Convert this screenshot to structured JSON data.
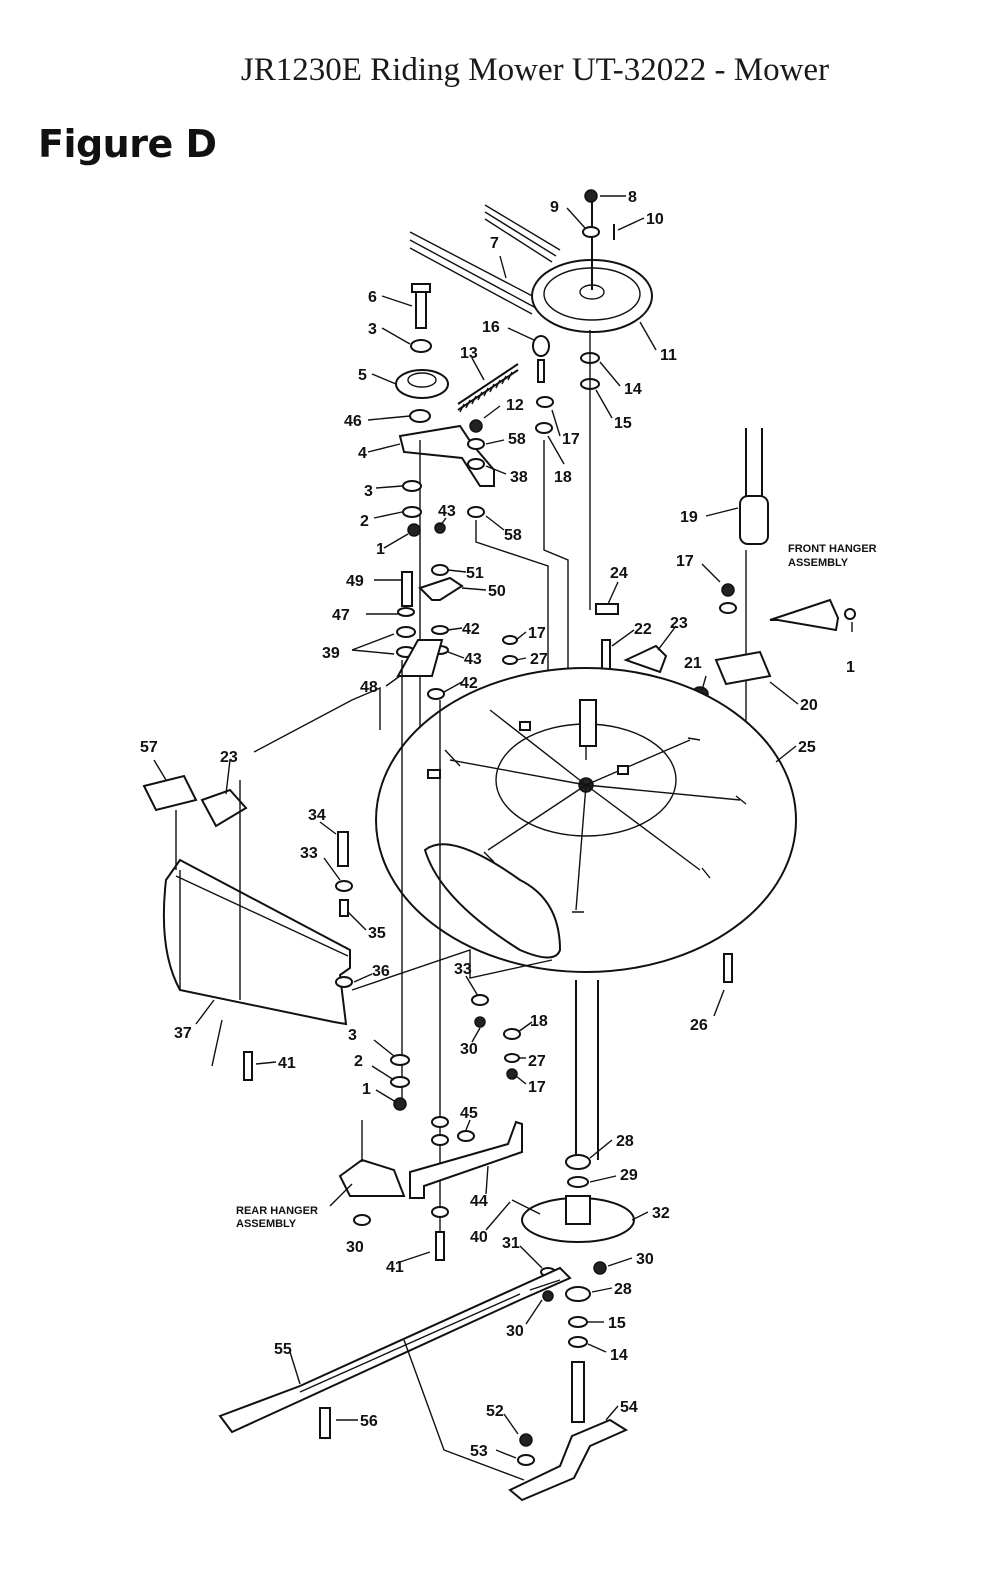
{
  "header": {
    "title": "JR1230E Riding Mower UT-32022  - Mower",
    "figure_label": "Figure D"
  },
  "assemblies": {
    "front_hanger": [
      "FRONT HANGER",
      "ASSEMBLY"
    ],
    "rear_hanger": [
      "REAR HANGER",
      "ASSEMBLY"
    ]
  },
  "callouts": [
    {
      "id": "c8",
      "text": "8"
    },
    {
      "id": "c9",
      "text": "9"
    },
    {
      "id": "c10",
      "text": "10"
    },
    {
      "id": "c7",
      "text": "7"
    },
    {
      "id": "c6",
      "text": "6"
    },
    {
      "id": "c3a",
      "text": "3"
    },
    {
      "id": "c16",
      "text": "16"
    },
    {
      "id": "c11",
      "text": "11"
    },
    {
      "id": "c13",
      "text": "13"
    },
    {
      "id": "c5",
      "text": "5"
    },
    {
      "id": "c14a",
      "text": "14"
    },
    {
      "id": "c15a",
      "text": "15"
    },
    {
      "id": "c12",
      "text": "12"
    },
    {
      "id": "c46",
      "text": "46"
    },
    {
      "id": "c17a",
      "text": "17"
    },
    {
      "id": "c58a",
      "text": "58"
    },
    {
      "id": "c4",
      "text": "4"
    },
    {
      "id": "c38",
      "text": "38"
    },
    {
      "id": "c18a",
      "text": "18"
    },
    {
      "id": "c3b",
      "text": "3"
    },
    {
      "id": "c43a",
      "text": "43"
    },
    {
      "id": "c2a",
      "text": "2"
    },
    {
      "id": "c58b",
      "text": "58"
    },
    {
      "id": "c19",
      "text": "19"
    },
    {
      "id": "c1a",
      "text": "1"
    },
    {
      "id": "c51",
      "text": "51"
    },
    {
      "id": "c17b",
      "text": "17"
    },
    {
      "id": "c49",
      "text": "49"
    },
    {
      "id": "c24",
      "text": "24"
    },
    {
      "id": "c50",
      "text": "50"
    },
    {
      "id": "c47",
      "text": "47"
    },
    {
      "id": "c42a",
      "text": "42"
    },
    {
      "id": "c17c",
      "text": "17"
    },
    {
      "id": "c22",
      "text": "22"
    },
    {
      "id": "c23a",
      "text": "23"
    },
    {
      "id": "c39",
      "text": "39"
    },
    {
      "id": "c43b",
      "text": "43"
    },
    {
      "id": "c27a",
      "text": "27"
    },
    {
      "id": "c21",
      "text": "21"
    },
    {
      "id": "c1b",
      "text": "1"
    },
    {
      "id": "c48",
      "text": "48"
    },
    {
      "id": "c42b",
      "text": "42"
    },
    {
      "id": "c20",
      "text": "20"
    },
    {
      "id": "c57",
      "text": "57"
    },
    {
      "id": "c23b",
      "text": "23"
    },
    {
      "id": "c25",
      "text": "25"
    },
    {
      "id": "c34",
      "text": "34"
    },
    {
      "id": "c33a",
      "text": "33"
    },
    {
      "id": "c35",
      "text": "35"
    },
    {
      "id": "c36",
      "text": "36"
    },
    {
      "id": "c33b",
      "text": "33"
    },
    {
      "id": "c26",
      "text": "26"
    },
    {
      "id": "c37",
      "text": "37"
    },
    {
      "id": "c18b",
      "text": "18"
    },
    {
      "id": "c30a",
      "text": "30"
    },
    {
      "id": "c41a",
      "text": "41"
    },
    {
      "id": "c3c",
      "text": "3"
    },
    {
      "id": "c27b",
      "text": "27"
    },
    {
      "id": "c2b",
      "text": "2"
    },
    {
      "id": "c17d",
      "text": "17"
    },
    {
      "id": "c1c",
      "text": "1"
    },
    {
      "id": "c45",
      "text": "45"
    },
    {
      "id": "c28a",
      "text": "28"
    },
    {
      "id": "c29",
      "text": "29"
    },
    {
      "id": "c44",
      "text": "44"
    },
    {
      "id": "c32",
      "text": "32"
    },
    {
      "id": "c40",
      "text": "40"
    },
    {
      "id": "c30b",
      "text": "30"
    },
    {
      "id": "c31",
      "text": "31"
    },
    {
      "id": "c30c",
      "text": "30"
    },
    {
      "id": "c41b",
      "text": "41"
    },
    {
      "id": "c28b",
      "text": "28"
    },
    {
      "id": "c15b",
      "text": "15"
    },
    {
      "id": "c30d",
      "text": "30"
    },
    {
      "id": "c14b",
      "text": "14"
    },
    {
      "id": "c55",
      "text": "55"
    },
    {
      "id": "c54",
      "text": "54"
    },
    {
      "id": "c52",
      "text": "52"
    },
    {
      "id": "c56",
      "text": "56"
    },
    {
      "id": "c53",
      "text": "53"
    }
  ]
}
